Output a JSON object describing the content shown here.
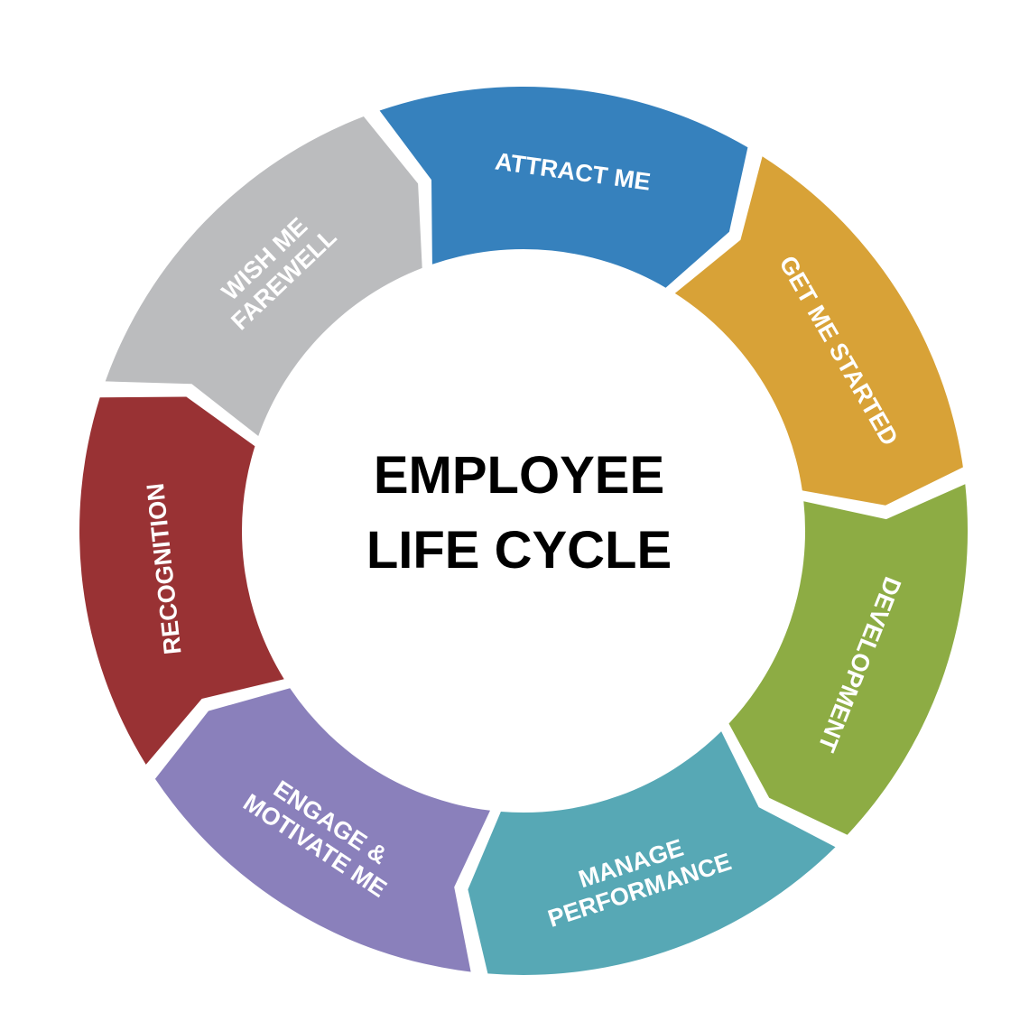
{
  "title": {
    "line1": "EMPLOYEE",
    "line2": "LIFE CYCLE"
  },
  "stages": [
    {
      "key": "attract",
      "color": "#3681bd",
      "lines": [
        "ATTRACT ME"
      ]
    },
    {
      "key": "get-started",
      "color": "#d8a237",
      "lines": [
        "GET ME STARTED"
      ]
    },
    {
      "key": "development",
      "color": "#8dac44",
      "lines": [
        "DEVELOPMENT"
      ]
    },
    {
      "key": "manage-performance",
      "color": "#57a8b5",
      "lines": [
        "MANAGE",
        "PERFORMANCE"
      ]
    },
    {
      "key": "engage-motivate",
      "color": "#8a80bb",
      "lines": [
        "ENGAGE &",
        "MOTIVATE ME"
      ]
    },
    {
      "key": "recognition",
      "color": "#993234",
      "lines": [
        "RECOGNITION"
      ]
    },
    {
      "key": "wish-farewell",
      "color": "#bbbcbe",
      "lines": [
        "WISH  ME",
        "FAREWELL"
      ]
    }
  ]
}
